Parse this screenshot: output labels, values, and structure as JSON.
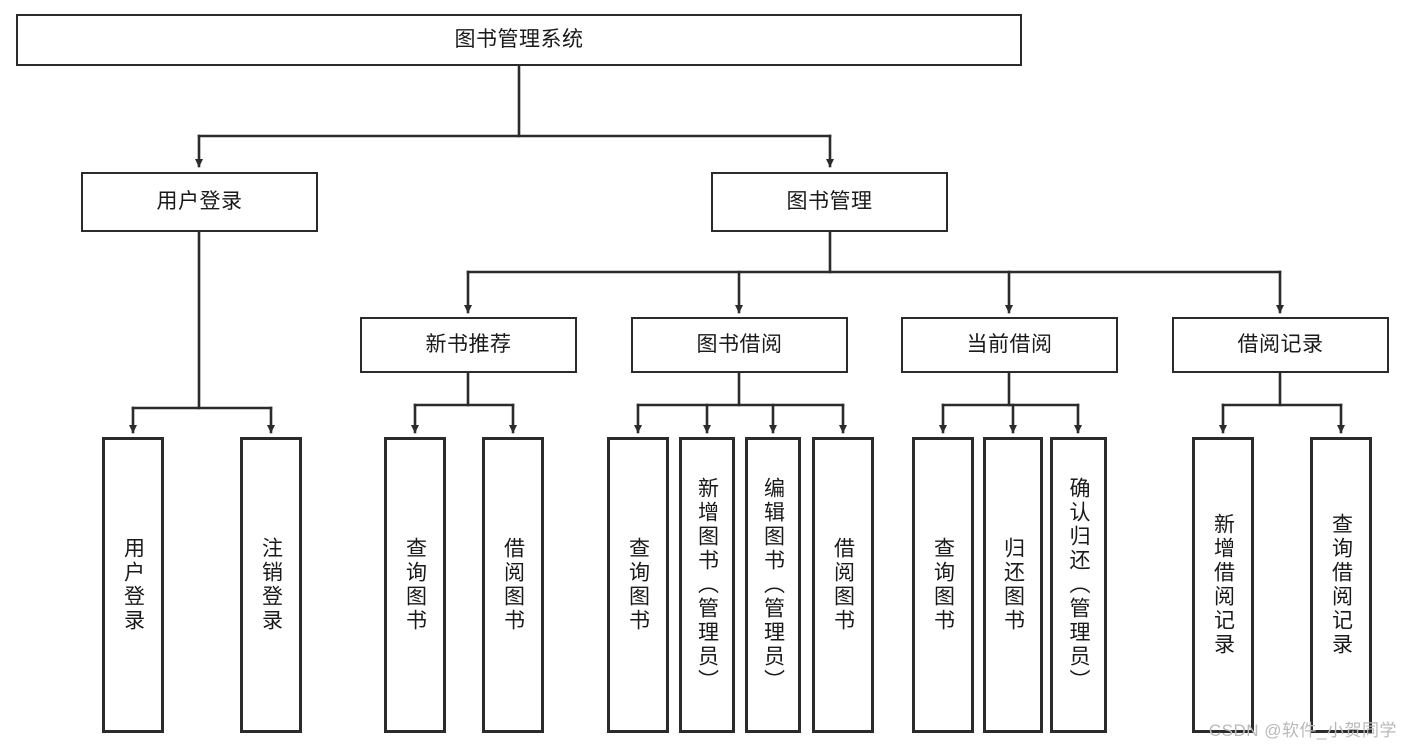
{
  "diagram": {
    "title": "图书管理系统",
    "type": "tree",
    "watermark": "CSDN @软件_小贺同学",
    "colors": {
      "stroke": "#2b2b2b",
      "box_fill": "#ffffff",
      "text": "#1a1a1a",
      "watermark": "#b9b9b9",
      "background": "#ffffff"
    },
    "root": {
      "id": "root",
      "label": "图书管理系统",
      "orientation": "horizontal"
    },
    "level2": [
      {
        "id": "user-login",
        "label": "用户登录",
        "orientation": "horizontal"
      },
      {
        "id": "book-manage",
        "label": "图书管理",
        "orientation": "horizontal"
      }
    ],
    "level3": [
      {
        "id": "new-book-recommend",
        "label": "新书推荐",
        "orientation": "horizontal",
        "parent": "book-manage"
      },
      {
        "id": "book-borrow",
        "label": "图书借阅",
        "orientation": "horizontal",
        "parent": "book-manage"
      },
      {
        "id": "current-borrow",
        "label": "当前借阅",
        "orientation": "horizontal",
        "parent": "book-manage"
      },
      {
        "id": "borrow-record",
        "label": "借阅记录",
        "orientation": "horizontal",
        "parent": "book-manage"
      }
    ],
    "leaves": {
      "user-login": [
        {
          "id": "leaf-user-login",
          "label": "用户登录"
        },
        {
          "id": "leaf-user-logout",
          "label": "注销登录"
        }
      ],
      "new-book-recommend": [
        {
          "id": "leaf-query-book-1",
          "label": "查询图书"
        },
        {
          "id": "leaf-borrow-book-1",
          "label": "借阅图书"
        }
      ],
      "book-borrow": [
        {
          "id": "leaf-query-book-2",
          "label": "查询图书"
        },
        {
          "id": "leaf-add-book",
          "label": "新增图书（管理员）"
        },
        {
          "id": "leaf-edit-book",
          "label": "编辑图书（管理员）"
        },
        {
          "id": "leaf-borrow-book-2",
          "label": "借阅图书"
        }
      ],
      "current-borrow": [
        {
          "id": "leaf-query-book-3",
          "label": "查询图书"
        },
        {
          "id": "leaf-return-book",
          "label": "归还图书"
        },
        {
          "id": "leaf-confirm-return",
          "label": "确认归还（管理员）"
        }
      ],
      "borrow-record": [
        {
          "id": "leaf-add-record",
          "label": "新增借阅记录"
        },
        {
          "id": "leaf-query-record",
          "label": "查询借阅记录"
        }
      ]
    }
  }
}
